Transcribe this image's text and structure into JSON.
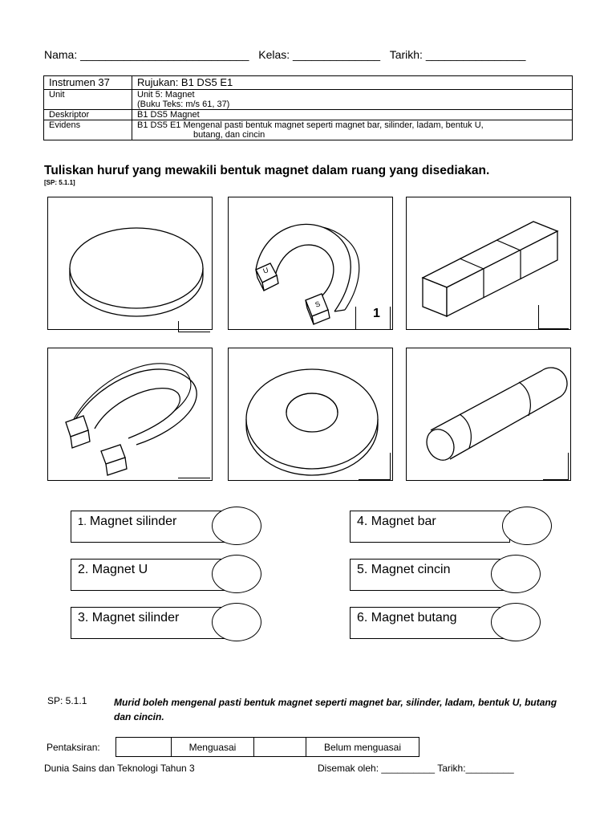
{
  "header": {
    "nama": "Nama: ___________________________",
    "kelas": "Kelas: ______________",
    "tarikh": "Tarikh: ________________"
  },
  "info_table": {
    "r1": {
      "c1": "Instrumen 37",
      "c2": "Rujukan: B1 DS5 E1"
    },
    "r2": {
      "c1": "Unit",
      "c2a": "Unit 5: Magnet",
      "c2b": "(Buku Teks: m/s 61, 37)"
    },
    "r3": {
      "c1": "Deskriptor",
      "c2": "B1 DS5  Magnet"
    },
    "r4": {
      "c1": "Evidens",
      "c2a": "B1 DS5 E1  Mengenal pasti bentuk magnet seperti magnet bar, silinder, ladam, bentuk U,",
      "c2b": "butang, dan cincin"
    }
  },
  "instruction": "Tuliskan huruf yang mewakili bentuk magnet dalam ruang yang disediakan.",
  "sp_tag": "[SP: 5.1.1]",
  "images": {
    "u_pole_label": "U",
    "s_pole_label": "S",
    "stray_mark": "1"
  },
  "options": [
    {
      "num": "1.",
      "label": "Magnet silinder"
    },
    {
      "num": "",
      "label": "2. Magnet U"
    },
    {
      "num": "",
      "label": "3. Magnet silinder"
    },
    {
      "num": "",
      "label": "4. Magnet bar"
    },
    {
      "num": "",
      "label": "5. Magnet cincin"
    },
    {
      "num": "",
      "label": "6. Magnet butang"
    }
  ],
  "footer": {
    "sp_code": "SP: 5.1.1",
    "sp_desc": "Murid boleh mengenal pasti bentuk magnet seperti magnet bar, silinder, ladam, bentuk U, butang dan cincin.",
    "pentaksiran": "Pentaksiran:",
    "menguasai": "Menguasai",
    "belum": "Belum menguasai",
    "book": "Dunia Sains dan Teknologi Tahun  3",
    "checked": "Disemak oleh: __________   Tarikh:_________"
  }
}
